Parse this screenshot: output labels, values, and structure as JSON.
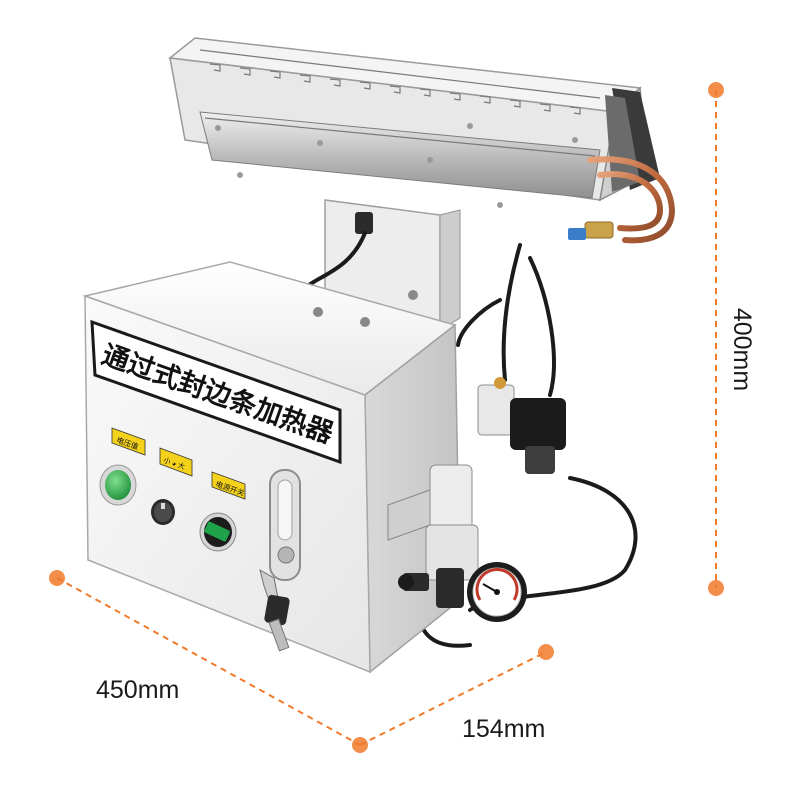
{
  "product": {
    "panel_title": "通过式封边条加热器",
    "labels": {
      "voltage_indicator": "电压值",
      "speed_knob": "小 ◕ 大",
      "power_switch": "电源开关"
    }
  },
  "dimensions": {
    "height": "400mm",
    "width": "450mm",
    "depth": "154mm"
  },
  "colors": {
    "dimension_accent": "#f07a2a",
    "cabinet": "#f2f2f2",
    "label_yellow": "#f4d21c",
    "indicator_green": "#2fb24a",
    "switch_green": "#1fa34a",
    "copper_pipe": "#c8744a"
  },
  "icons": [
    "key-icon",
    "pressure-gauge-icon",
    "solenoid-valve-icon"
  ]
}
